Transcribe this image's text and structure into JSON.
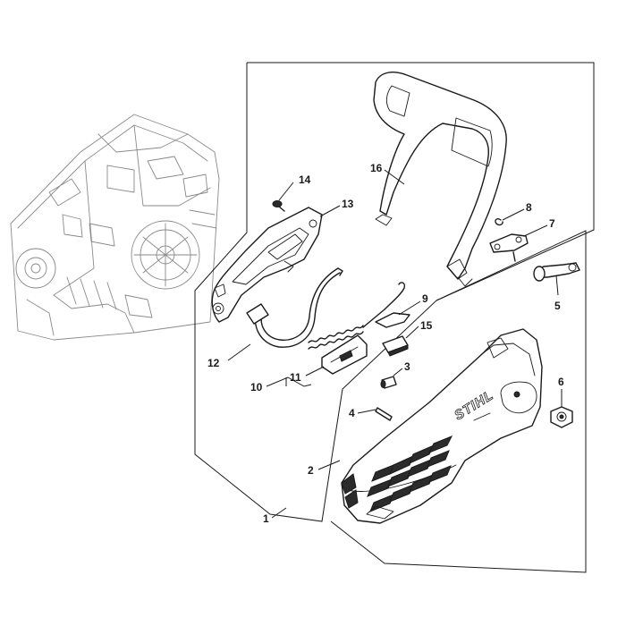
{
  "diagram": {
    "brand_text": "STIHL",
    "callouts": [
      {
        "id": "1",
        "label": "1"
      },
      {
        "id": "2",
        "label": "2"
      },
      {
        "id": "3",
        "label": "3"
      },
      {
        "id": "4",
        "label": "4"
      },
      {
        "id": "5",
        "label": "5"
      },
      {
        "id": "6",
        "label": "6"
      },
      {
        "id": "7",
        "label": "7"
      },
      {
        "id": "8",
        "label": "8"
      },
      {
        "id": "9",
        "label": "9"
      },
      {
        "id": "10",
        "label": "10"
      },
      {
        "id": "11",
        "label": "11"
      },
      {
        "id": "12",
        "label": "12"
      },
      {
        "id": "13",
        "label": "13"
      },
      {
        "id": "14",
        "label": "14"
      },
      {
        "id": "15",
        "label": "15"
      },
      {
        "id": "16",
        "label": "16"
      }
    ]
  }
}
